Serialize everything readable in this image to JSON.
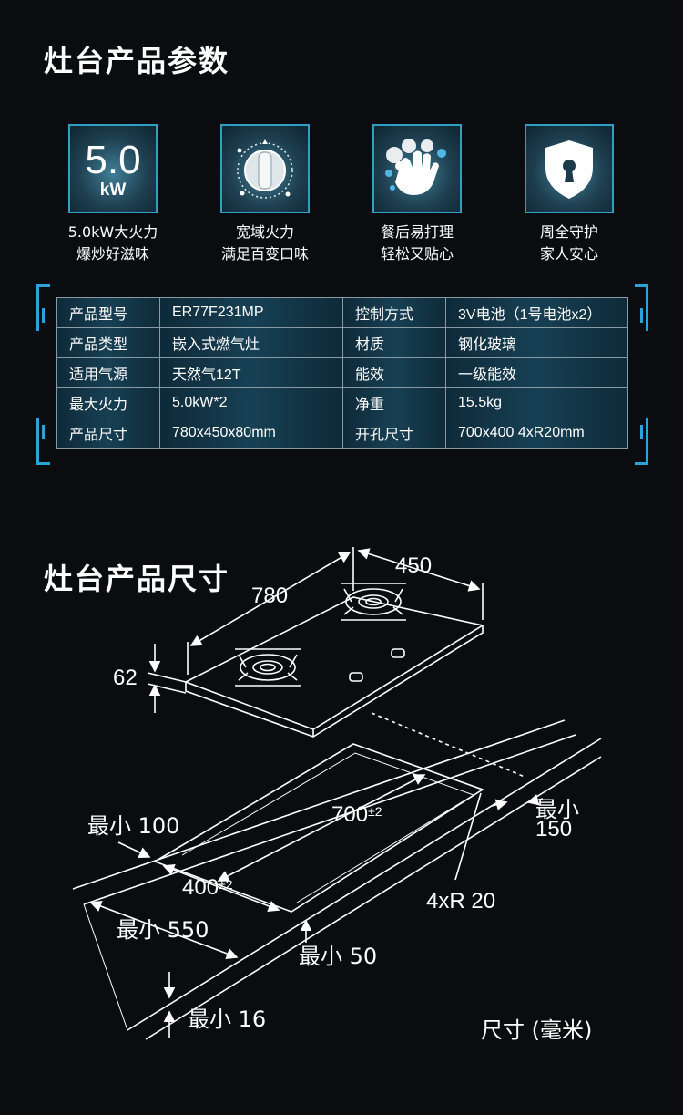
{
  "section1_title": "灶台产品参数",
  "features": [
    {
      "icon": "power-5kw-icon",
      "line1": "5.0kW大火力",
      "line2": "爆炒好滋味",
      "big": "5.0",
      "unit": "kW"
    },
    {
      "icon": "knob-icon",
      "line1": "宽域火力",
      "line2": "满足百变口味"
    },
    {
      "icon": "washing-hand-icon",
      "line1": "餐后易打理",
      "line2": "轻松又贴心"
    },
    {
      "icon": "shield-lock-icon",
      "line1": "周全守护",
      "line2": "家人安心"
    }
  ],
  "specs": [
    [
      "产品型号",
      "ER77F231MP",
      "控制方式",
      "3V电池（1号电池x2）"
    ],
    [
      "产品类型",
      "嵌入式燃气灶",
      "材质",
      "钢化玻璃"
    ],
    [
      "适用气源",
      "天然气12T",
      "能效",
      "一级能效"
    ],
    [
      "最大火力",
      "5.0kW*2",
      "净重",
      "15.5kg"
    ],
    [
      "产品尺寸",
      "780x450x80mm",
      "开孔尺寸",
      "700x400  4xR20mm"
    ]
  ],
  "section2_title": "灶台产品尺寸",
  "dimensions": {
    "d450": "450",
    "d780": "780",
    "d62": "62",
    "d700": "700",
    "d700_tol": "±2",
    "d400": "400",
    "d400_tol": "±2",
    "min100": "最小 100",
    "min150_a": "最小",
    "min150_b": "150",
    "min550": "最小 550",
    "r20": "4xR 20",
    "min50": "最小 50",
    "min16": "最小 16",
    "unit_note": "尺寸 (毫米)"
  },
  "colors": {
    "accent": "#2aa3d8",
    "background": "#0a0c10"
  }
}
